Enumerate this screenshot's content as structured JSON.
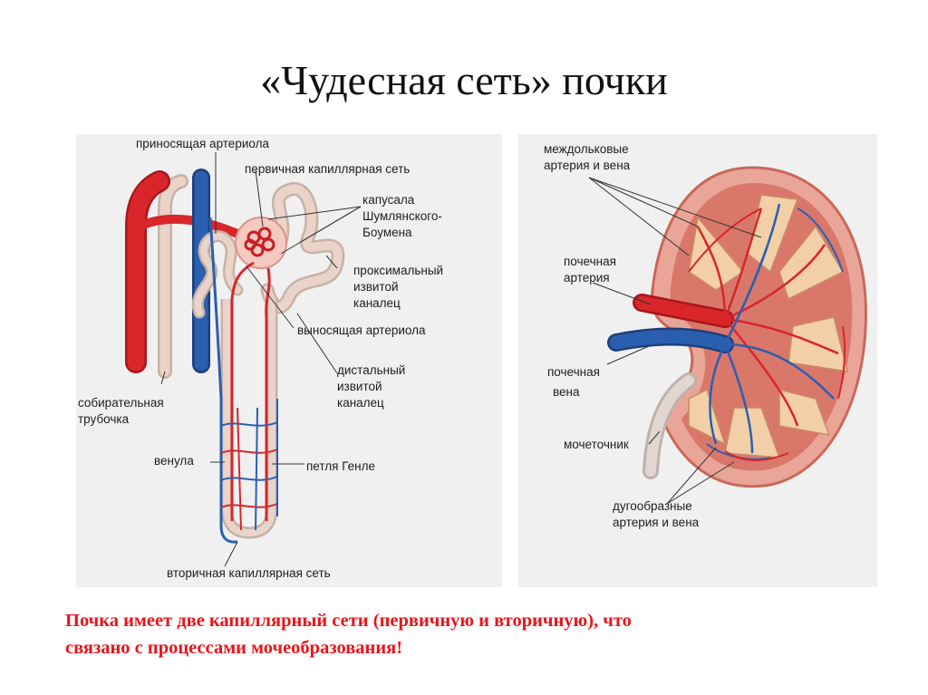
{
  "slide": {
    "title": "«Чудесная сеть» почки",
    "caption_line1": "Почка имеет две капиллярный сети (первичную и вторичную), что",
    "caption_line2": "связано с процессами мочеобразования!"
  },
  "nephron_labels": {
    "afferent": "приносящая артериола",
    "primary_net": "первичная капиллярная сеть",
    "capsule": "капусала\nШумлянского-\nБоумена",
    "proximal": "проксимальный\nизвитой\nканалец",
    "efferent": "выносящая артериола",
    "distal": "дистальный\nизвитой\nканалец",
    "collecting": "собирательная\nтрубочка",
    "venule": "венула",
    "henle": "петля Генле",
    "secondary_net": "вторичная капиллярная сеть"
  },
  "kidney_labels": {
    "interlobular": "междольковые\nартерия и вена",
    "artery": "почечная\nартерия",
    "vein_1": "почечная",
    "vein_2": "вена",
    "ureter": "мочеточник",
    "arcuate": "дугообразные\nартерия и вена"
  },
  "colors": {
    "artery": "#d8262b",
    "vein": "#2a5fb0",
    "tubule": "#ead3c9",
    "caption": "#e8141a"
  }
}
